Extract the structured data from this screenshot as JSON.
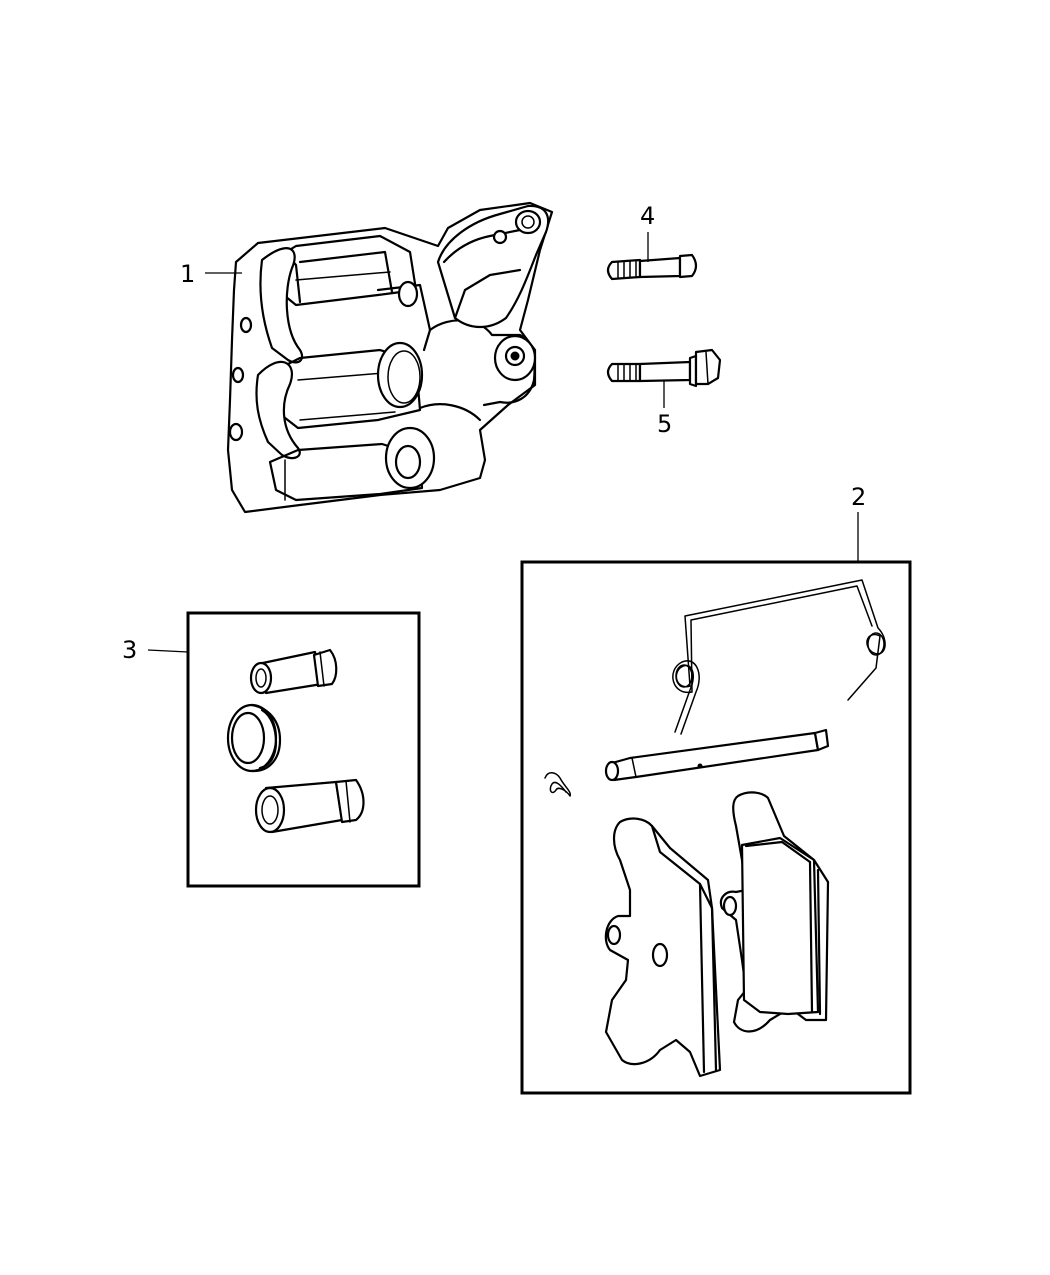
{
  "diagram": {
    "callouts": [
      {
        "id": "1",
        "label": "1",
        "part": "brake-caliper"
      },
      {
        "id": "2",
        "label": "2",
        "part": "brake-pad-kit"
      },
      {
        "id": "3",
        "label": "3",
        "part": "caliper-pin-boot-kit"
      },
      {
        "id": "4",
        "label": "4",
        "part": "guide-bolt-short"
      },
      {
        "id": "5",
        "label": "5",
        "part": "guide-bolt-long"
      }
    ]
  }
}
